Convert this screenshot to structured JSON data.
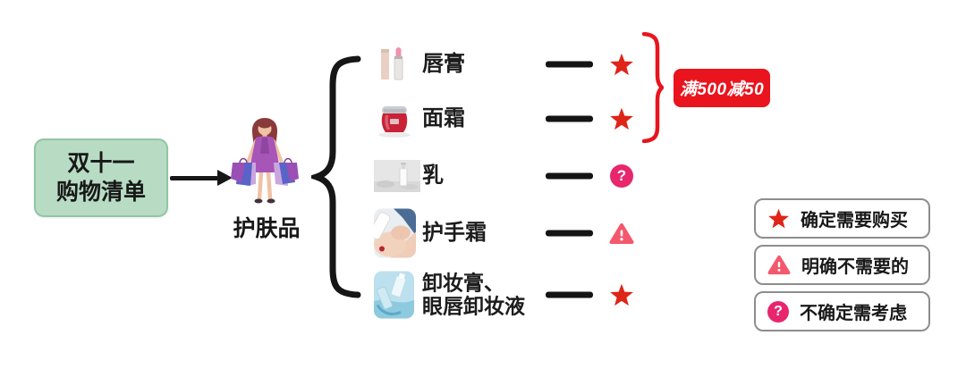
{
  "root": {
    "label": "双十一\n购物清单"
  },
  "category": {
    "label": "护肤品",
    "illustration": "woman-shopper-with-bags"
  },
  "items": [
    {
      "label": "唇膏",
      "image": "lipstick-photo",
      "status_icon": "star-icon"
    },
    {
      "label": "面霜",
      "image": "face-cream-jar-photo",
      "status_icon": "star-icon"
    },
    {
      "label": "乳",
      "image": "lotion-bottle-photo",
      "status_icon": "question-icon"
    },
    {
      "label": "护手霜",
      "image": "hand-cream-photo",
      "status_icon": "warning-icon"
    },
    {
      "label": "卸妆膏、\n眼唇卸妆液",
      "image": "makeup-remover-photo",
      "status_icon": "star-icon"
    }
  ],
  "promo": {
    "label": "满500减50"
  },
  "legend": [
    {
      "icon": "star-icon",
      "label": "确定需要购买"
    },
    {
      "icon": "warning-icon",
      "label": "明确不需要的"
    },
    {
      "icon": "question-icon",
      "label": "不确定需考虑"
    }
  ],
  "icon_glyphs": {
    "question": "?",
    "warning": "!"
  },
  "colors": {
    "root_fill": "#b7dcc3",
    "root_border": "#92c5a4",
    "line_black": "#161616",
    "star_red": "#df2418",
    "promo_red": "#e9141d",
    "question_pink": "#e7266d",
    "warning_pink": "#f3586c",
    "legend_border": "#8d8d8d"
  }
}
